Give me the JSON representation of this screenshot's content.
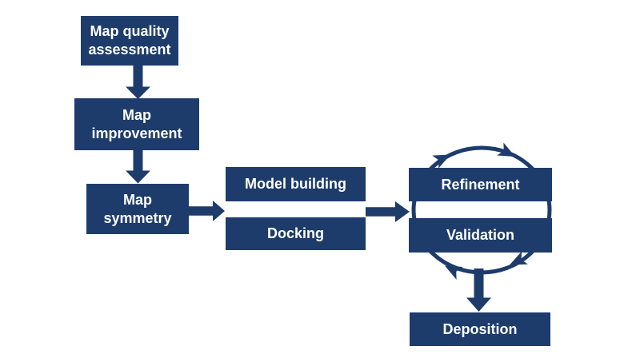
{
  "diagram": {
    "background_color": "#ffffff",
    "accent_color": "#1d3c6c",
    "text_color": "#ffffff",
    "nodes": {
      "map_quality": {
        "label": "Map quality\nassessment"
      },
      "map_improvement": {
        "label": "Map\nimprovement"
      },
      "map_symmetry": {
        "label": "Map\nsymmetry"
      },
      "model_building": {
        "label": "Model building"
      },
      "docking": {
        "label": "Docking"
      },
      "refinement": {
        "label": "Refinement"
      },
      "validation": {
        "label": "Validation"
      },
      "deposition": {
        "label": "Deposition"
      }
    },
    "edges": [
      {
        "from": "map_quality",
        "to": "map_improvement",
        "style": "block-arrow-down"
      },
      {
        "from": "map_improvement",
        "to": "map_symmetry",
        "style": "block-arrow-down"
      },
      {
        "from": "map_symmetry",
        "to": "model_building_docking",
        "style": "block-arrow-right"
      },
      {
        "from": "model_building_docking",
        "to": "refinement_validation",
        "style": "block-arrow-right"
      },
      {
        "from": "refinement_validation_cycle",
        "to": "deposition",
        "style": "block-arrow-down"
      }
    ],
    "cycle": {
      "between": [
        "refinement",
        "validation"
      ],
      "direction": "clockwise",
      "arrowhead_count": 4
    }
  }
}
